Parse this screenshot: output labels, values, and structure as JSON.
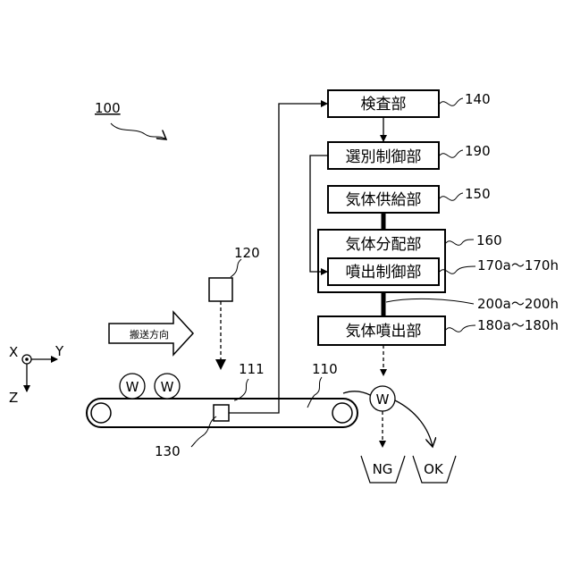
{
  "figure": {
    "system_ref": "100",
    "blocks": {
      "inspection": {
        "label": "検査部",
        "ref": "140"
      },
      "sorting_control": {
        "label": "選別制御部",
        "ref": "190"
      },
      "gas_supply": {
        "label": "気体供給部",
        "ref": "150"
      },
      "gas_distribution": {
        "label": "気体分配部",
        "ref": "160"
      },
      "jet_control": {
        "label": "噴出制御部",
        "ref": "170a～170h"
      },
      "gas_jet": {
        "label": "気体噴出部",
        "ref": "180a～180h"
      }
    },
    "pipe_ref": "200a～200h",
    "conveyor": {
      "ref": "110",
      "belt_ref": "111"
    },
    "camera_ref": "120",
    "sensor_ref": "130",
    "direction_label": "搬送方向",
    "work_label": "W",
    "bins": {
      "ng": "NG",
      "ok": "OK"
    },
    "axes": {
      "x": "X",
      "y": "Y",
      "z": "Z"
    }
  }
}
